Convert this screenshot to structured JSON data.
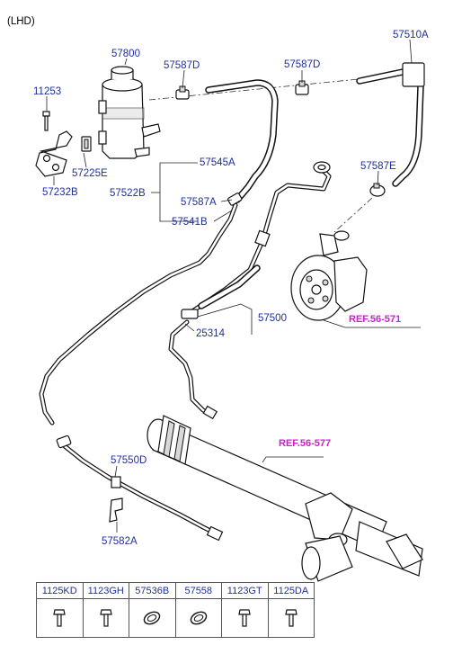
{
  "corner_label": "(LHD)",
  "callouts": {
    "p57800": "57800",
    "p57587D_left": "57587D",
    "p57587D_right": "57587D",
    "p57510A": "57510A",
    "p11253": "11253",
    "p57225E": "57225E",
    "p57232B": "57232B",
    "p57545A": "57545A",
    "p57522B": "57522B",
    "p57587A": "57587A",
    "p57541B": "57541B",
    "p57587E": "57587E",
    "p57500": "57500",
    "p25314": "25314",
    "p57550D": "57550D",
    "p57582A": "57582A"
  },
  "references": {
    "pump": "REF.56-571",
    "gear": "REF.56-577"
  },
  "colors": {
    "callout": "#1f2f9e",
    "reference": "#d51ad5"
  },
  "parts_table": {
    "columns": [
      "1125KD",
      "1123GH",
      "57536B",
      "57558",
      "1123GT",
      "1125DA"
    ],
    "icons": [
      "bolt-icon",
      "bolt-icon",
      "clamp-ring-icon",
      "clamp-ring-icon",
      "bolt-icon",
      "bolt-icon"
    ]
  }
}
